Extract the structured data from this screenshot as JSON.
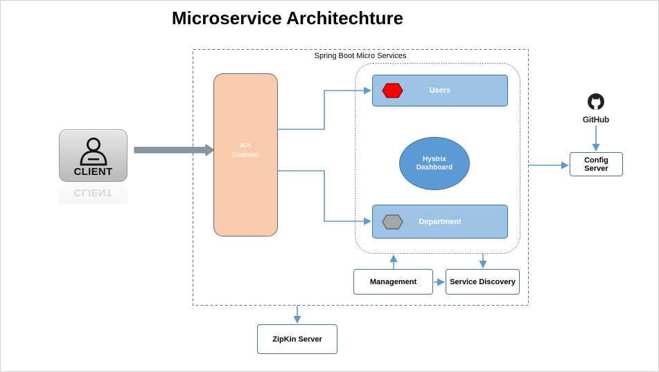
{
  "title": "Microservice Architechture",
  "group": {
    "label": "Spring Boot Micro Services"
  },
  "client": {
    "label": "CLIENT",
    "icon": "person-icon"
  },
  "gateway": {
    "label": "API\nGateway",
    "fill": "#f8cbad"
  },
  "services": [
    {
      "label": "Users",
      "icon": "hexagon-icon",
      "icon_color": "#ff0000"
    },
    {
      "label": "Department",
      "icon": "hexagon-icon",
      "icon_color": "#a6a6a6"
    }
  ],
  "hystrix": {
    "label": "Hystrix\nDashboard"
  },
  "management": {
    "label": "Management"
  },
  "service_discovery": {
    "label": "Service Discovery"
  },
  "zipkin": {
    "label": "ZipKin Server"
  },
  "config_server": {
    "label": "Config\nServer"
  },
  "github": {
    "label": "GitHub",
    "icon": "github-octocat-icon"
  },
  "colors": {
    "connector": "#5b9bd5",
    "service_fill": "#9dc3e6",
    "hystrix_fill": "#5b9bd5",
    "box_border": "#41719c",
    "client_arrow": "#8497a3"
  }
}
